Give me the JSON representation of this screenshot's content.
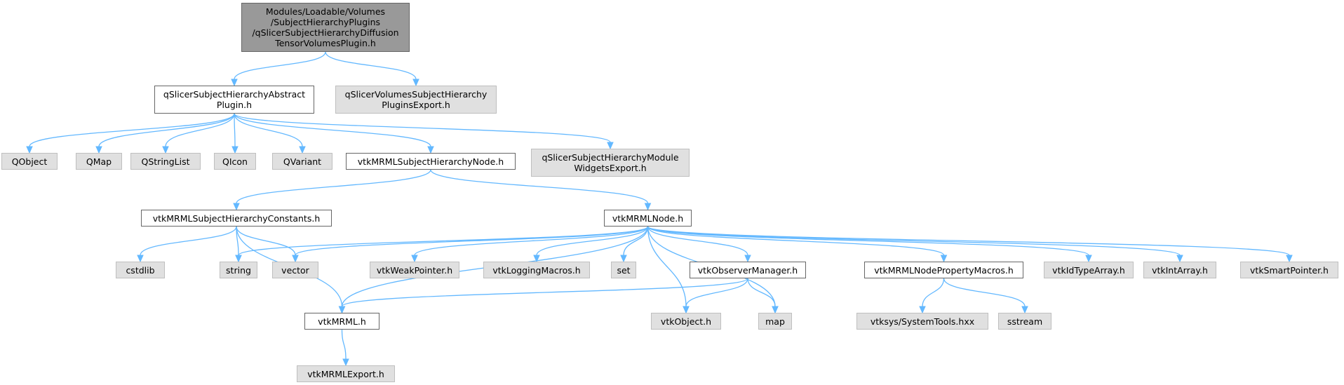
{
  "graph": {
    "colors": {
      "edge": "#63b8ff",
      "root_fill": "#999999",
      "node_fill": "#ffffff",
      "external_fill": "#e0e0e0",
      "node_border": "#666666",
      "external_border": "#bfbfbf"
    },
    "nodes": {
      "root": {
        "label": "Modules/Loadable/Volumes\n/SubjectHierarchyPlugins\n/qSlicerSubjectHierarchyDiffusion\nTensorVolumesPlugin.h",
        "kind": "root"
      },
      "abstract": {
        "label": "qSlicerSubjectHierarchyAbstract\nPlugin.h",
        "kind": "white"
      },
      "volexport": {
        "label": "qSlicerVolumesSubjectHierarchy\nPluginsExport.h",
        "kind": "gray"
      },
      "qobject": {
        "label": "QObject",
        "kind": "gray"
      },
      "qmap": {
        "label": "QMap",
        "kind": "gray"
      },
      "qstringlist": {
        "label": "QStringList",
        "kind": "gray"
      },
      "qicon": {
        "label": "QIcon",
        "kind": "gray"
      },
      "qvariant": {
        "label": "QVariant",
        "kind": "gray"
      },
      "shnode": {
        "label": "vtkMRMLSubjectHierarchyNode.h",
        "kind": "white"
      },
      "modexport": {
        "label": "qSlicerSubjectHierarchyModule\nWidgetsExport.h",
        "kind": "gray"
      },
      "shconst": {
        "label": "vtkMRMLSubjectHierarchyConstants.h",
        "kind": "white"
      },
      "mrmlnode": {
        "label": "vtkMRMLNode.h",
        "kind": "white"
      },
      "cstdlib": {
        "label": "cstdlib",
        "kind": "gray"
      },
      "string": {
        "label": "string",
        "kind": "gray"
      },
      "vector": {
        "label": "vector",
        "kind": "gray"
      },
      "weakptr": {
        "label": "vtkWeakPointer.h",
        "kind": "gray"
      },
      "logging": {
        "label": "vtkLoggingMacros.h",
        "kind": "gray"
      },
      "set": {
        "label": "set",
        "kind": "gray"
      },
      "observer": {
        "label": "vtkObserverManager.h",
        "kind": "white"
      },
      "propmacros": {
        "label": "vtkMRMLNodePropertyMacros.h",
        "kind": "white"
      },
      "idtype": {
        "label": "vtkIdTypeArray.h",
        "kind": "gray"
      },
      "intarray": {
        "label": "vtkIntArray.h",
        "kind": "gray"
      },
      "smartptr": {
        "label": "vtkSmartPointer.h",
        "kind": "gray"
      },
      "mrml": {
        "label": "vtkMRML.h",
        "kind": "white"
      },
      "object": {
        "label": "vtkObject.h",
        "kind": "gray"
      },
      "map": {
        "label": "map",
        "kind": "gray"
      },
      "systools": {
        "label": "vtksys/SystemTools.hxx",
        "kind": "gray"
      },
      "sstream": {
        "label": "sstream",
        "kind": "gray"
      },
      "mrmlexport": {
        "label": "vtkMRMLExport.h",
        "kind": "gray"
      }
    },
    "edges": [
      [
        "root",
        "abstract"
      ],
      [
        "root",
        "volexport"
      ],
      [
        "abstract",
        "qobject"
      ],
      [
        "abstract",
        "qmap"
      ],
      [
        "abstract",
        "qstringlist"
      ],
      [
        "abstract",
        "qicon"
      ],
      [
        "abstract",
        "qvariant"
      ],
      [
        "abstract",
        "shnode"
      ],
      [
        "abstract",
        "modexport"
      ],
      [
        "shnode",
        "shconst"
      ],
      [
        "shnode",
        "mrmlnode"
      ],
      [
        "shconst",
        "cstdlib"
      ],
      [
        "shconst",
        "string"
      ],
      [
        "shconst",
        "vector"
      ],
      [
        "shconst",
        "mrml"
      ],
      [
        "mrmlnode",
        "string"
      ],
      [
        "mrmlnode",
        "vector"
      ],
      [
        "mrmlnode",
        "weakptr"
      ],
      [
        "mrmlnode",
        "logging"
      ],
      [
        "mrmlnode",
        "set"
      ],
      [
        "mrmlnode",
        "observer"
      ],
      [
        "mrmlnode",
        "propmacros"
      ],
      [
        "mrmlnode",
        "idtype"
      ],
      [
        "mrmlnode",
        "intarray"
      ],
      [
        "mrmlnode",
        "smartptr"
      ],
      [
        "mrmlnode",
        "mrml"
      ],
      [
        "mrmlnode",
        "object"
      ],
      [
        "mrmlnode",
        "map"
      ],
      [
        "observer",
        "mrml"
      ],
      [
        "observer",
        "object"
      ],
      [
        "observer",
        "map"
      ],
      [
        "propmacros",
        "systools"
      ],
      [
        "propmacros",
        "sstream"
      ],
      [
        "mrml",
        "mrmlexport"
      ]
    ]
  }
}
